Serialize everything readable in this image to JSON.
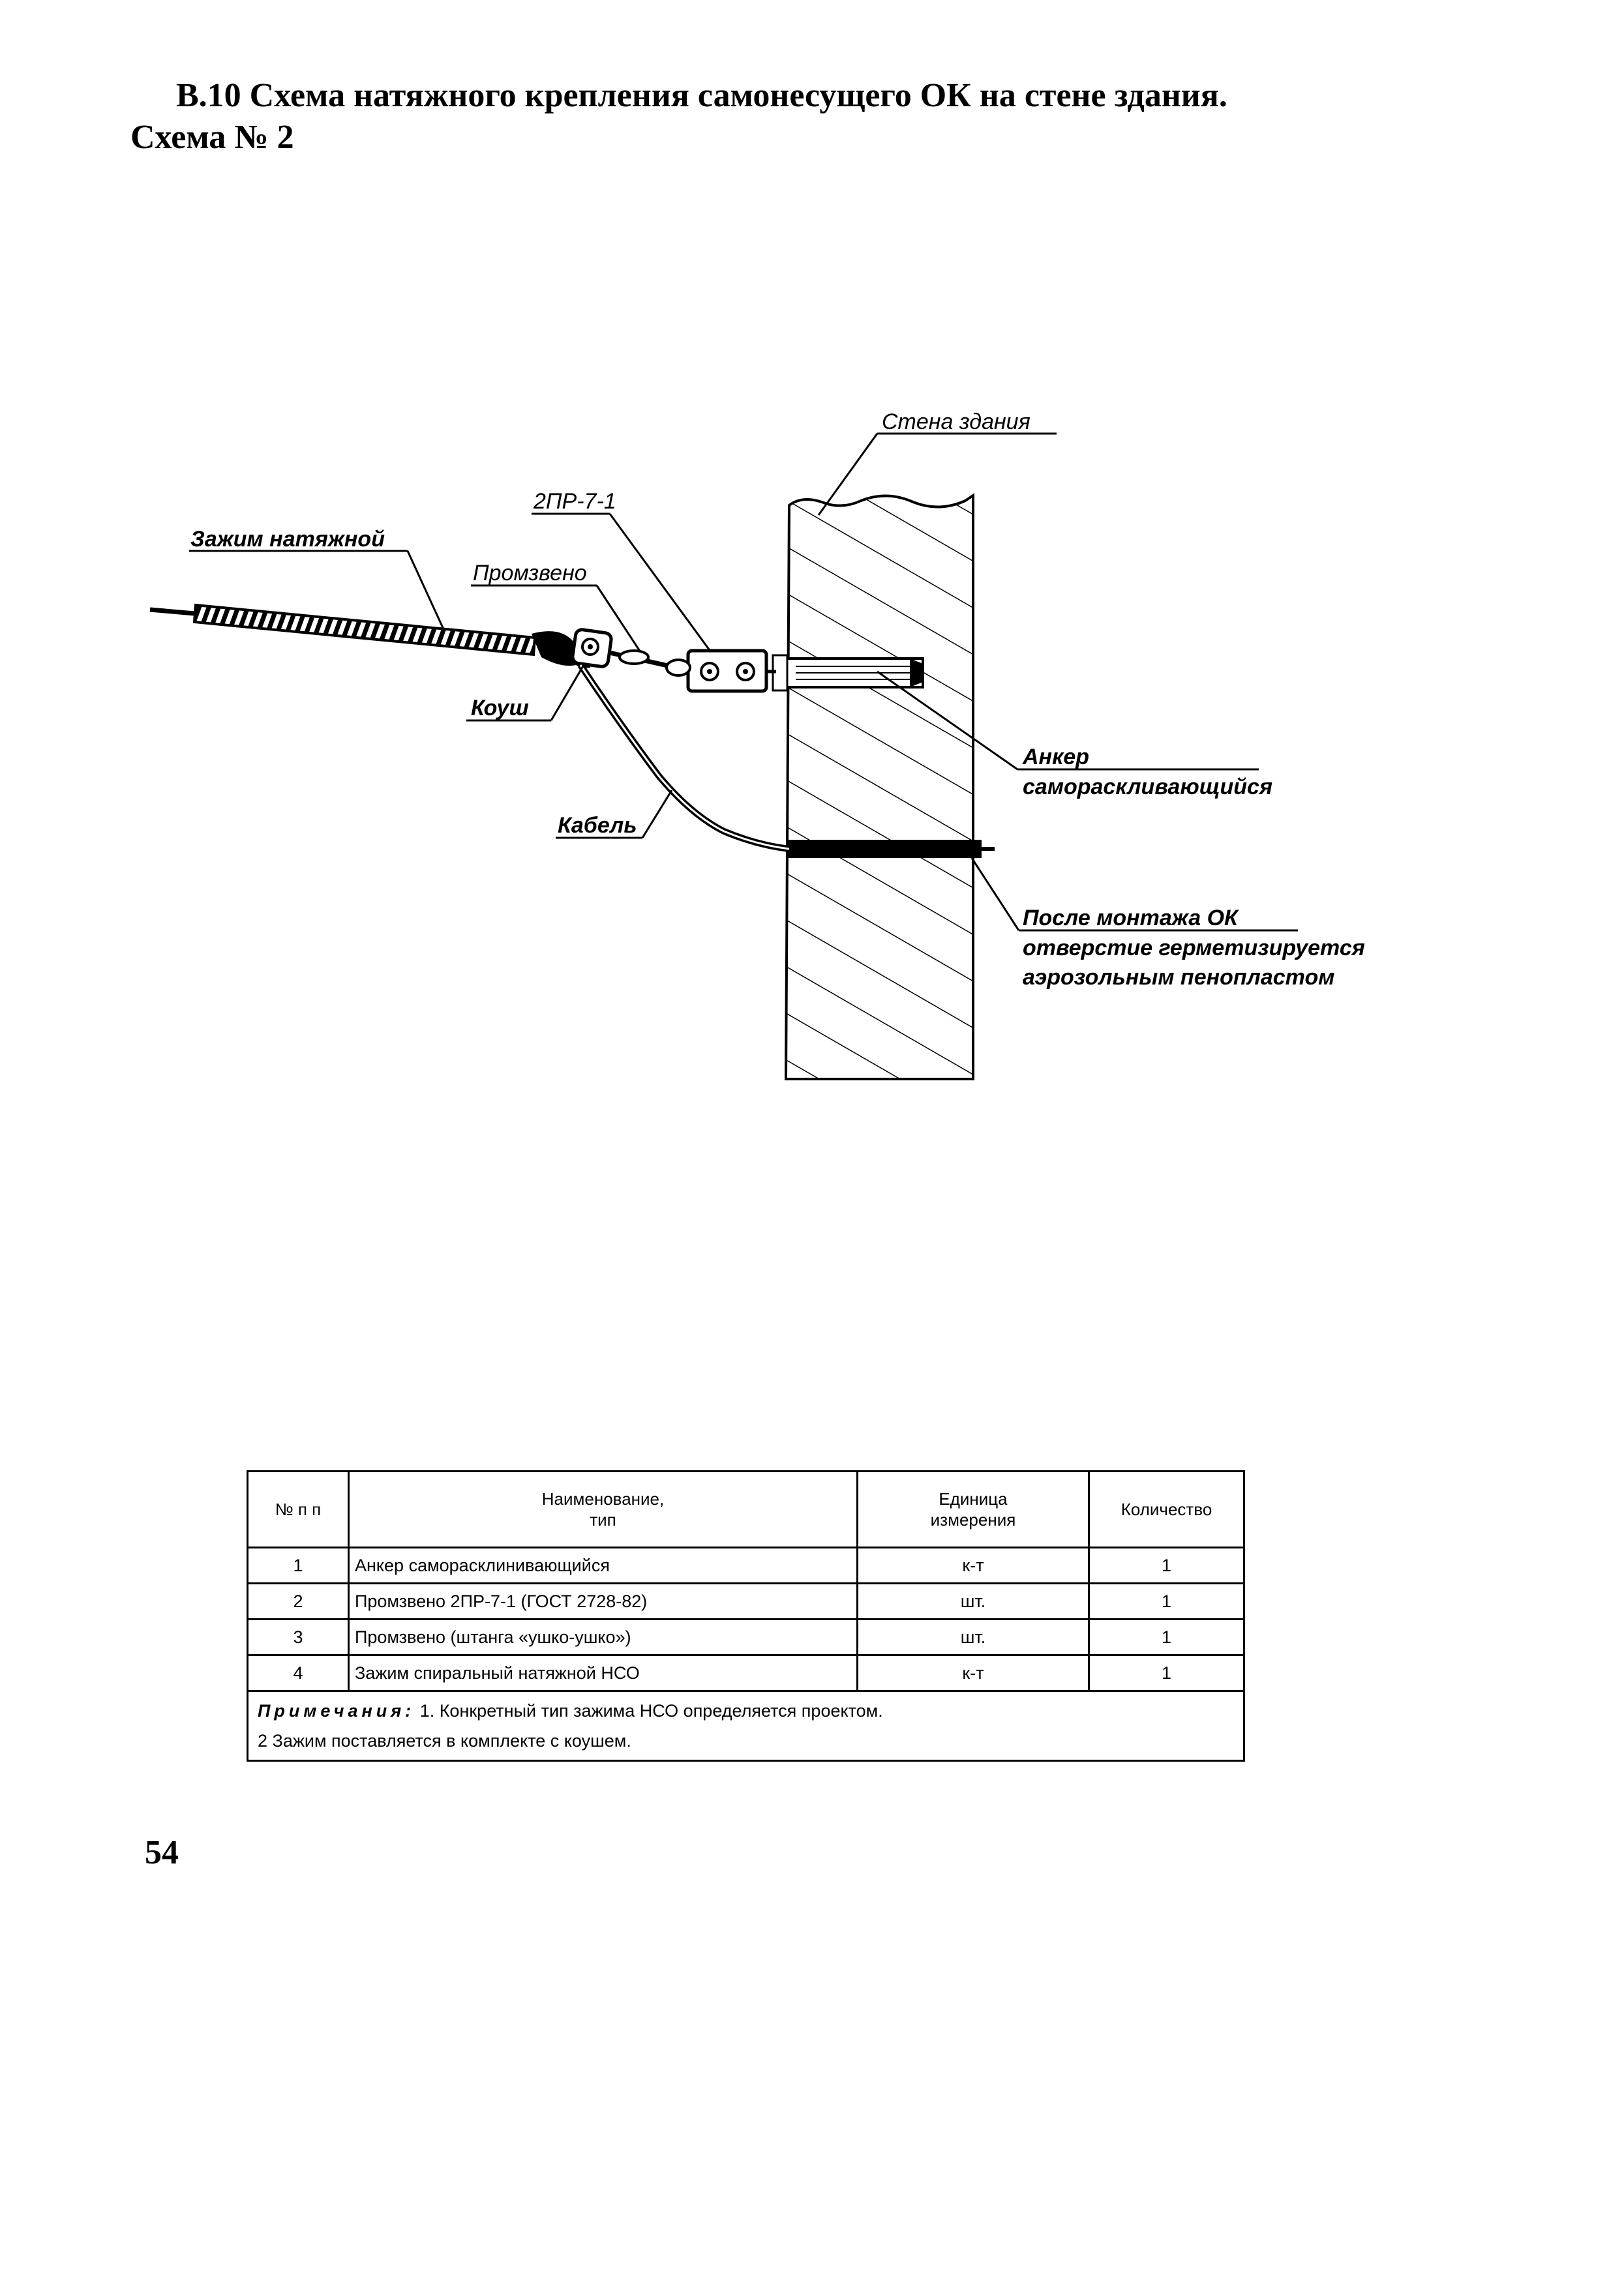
{
  "document": {
    "title_line1": "В.10 Схема натяжного крепления самонесущего ОК на стене здания.",
    "title_line2": "Схема № 2",
    "page_number": "54"
  },
  "diagram": {
    "labels": {
      "wall": "Стена здания",
      "link_2pr": "2ПР-7-1",
      "clamp": "Зажим натяжной",
      "link": "Промзвено",
      "thimble": "Коуш",
      "cable": "Кабель",
      "anchor_line1": "Анкер",
      "anchor_line2": "самораскливающийся",
      "seal_line1": "После монтажа ОК",
      "seal_line2": "отверстие герметизируется",
      "seal_line3": "аэрозольным пенопластом"
    }
  },
  "table": {
    "headers": {
      "num": "№ п п",
      "name_line1": "Наименование,",
      "name_line2": "тип",
      "unit_line1": "Единица",
      "unit_line2": "измерения",
      "qty": "Количество"
    },
    "rows": [
      {
        "num": "1",
        "name": "Анкер саморасклинивающийся",
        "unit": "к-т",
        "qty": "1"
      },
      {
        "num": "2",
        "name": "Промзвено 2ПР-7-1 (ГОСТ 2728-82)",
        "unit": "шт.",
        "qty": "1"
      },
      {
        "num": "3",
        "name": "Промзвено (штанга «ушко-ушко»)",
        "unit": "шт.",
        "qty": "1"
      },
      {
        "num": "4",
        "name": "Зажим спиральный натяжной НСО",
        "unit": "к-т",
        "qty": "1"
      }
    ],
    "notes_label": "Примечания:",
    "note1": "1. Конкретный тип зажима НСО определяется проектом.",
    "note2": "2 Зажим поставляется в комплекте с коушем."
  }
}
